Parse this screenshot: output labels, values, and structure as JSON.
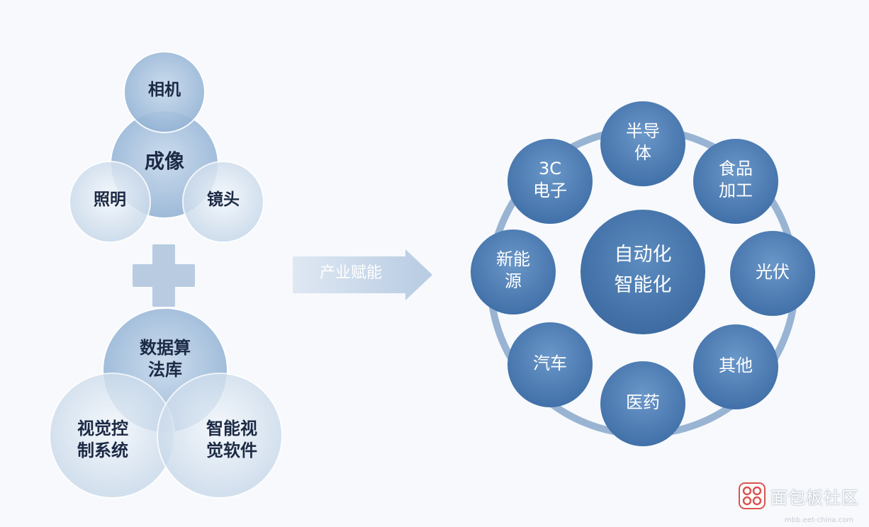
{
  "left_top_group": {
    "center": "成像",
    "top": "相机",
    "left": "照明",
    "right": "镜头"
  },
  "plus_symbol": "+",
  "left_bottom_group": {
    "top": "数据算\n法库",
    "left": "视觉控\n制系统",
    "right": "智能视\n觉软件"
  },
  "arrow": {
    "label": "产业赋能"
  },
  "ring": {
    "center": "自动化\n智能化",
    "nodes": [
      {
        "id": "semiconductor",
        "label": "半导\n体"
      },
      {
        "id": "food",
        "label": "食品\n加工"
      },
      {
        "id": "pv",
        "label": "光伏"
      },
      {
        "id": "other",
        "label": "其他"
      },
      {
        "id": "medicine",
        "label": "医药"
      },
      {
        "id": "auto",
        "label": "汽车"
      },
      {
        "id": "new-energy",
        "label": "新能\n源"
      },
      {
        "id": "3c",
        "label": "3C\n电子"
      }
    ]
  },
  "watermark": {
    "text": "面包板社区",
    "sub": "mbb.eet-china.com"
  },
  "colors": {
    "light_circle": "#d6e2ef",
    "mid_circle": "#a7c0db",
    "dark_circle": "#4f7fb5",
    "center_circle": "#3f6fa8",
    "ring_stroke": "#6f93c0",
    "arrow_fill": "#c9d8ea"
  }
}
